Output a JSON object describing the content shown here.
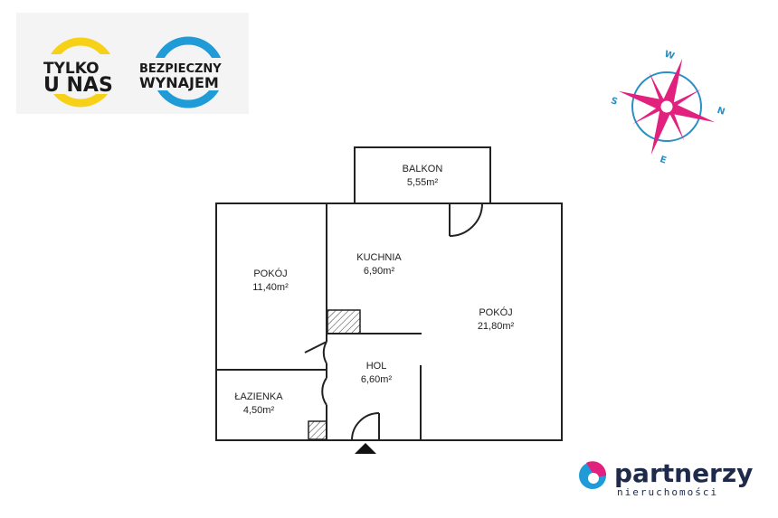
{
  "badges": {
    "tylko": {
      "line1": "TYLKO",
      "line2": "U NAS",
      "ring_color": "#f7d117"
    },
    "wynajem": {
      "line1": "BEZPIECZNY",
      "line2": "WYNAJEM",
      "ring_color": "#1f9bd7"
    }
  },
  "compass": {
    "letters": {
      "top": "W",
      "right": "N",
      "bottom": "E",
      "left": "S"
    },
    "star_color": "#e2207d",
    "ring_color": "#2a8fc4"
  },
  "rooms": {
    "balkon": {
      "name": "BALKON",
      "area": "5,55m²"
    },
    "kuchnia": {
      "name": "KUCHNIA",
      "area": "6,90m²"
    },
    "pokoj_small": {
      "name": "POKÓJ",
      "area": "11,40m²"
    },
    "pokoj_large": {
      "name": "POKÓJ",
      "area": "21,80m²"
    },
    "hol": {
      "name": "HOL",
      "area": "6,60m²"
    },
    "lazienka": {
      "name": "ŁAZIENKA",
      "area": "4,50m²"
    }
  },
  "brand": {
    "name": "partnerzy",
    "tagline": "nieruchomości",
    "colors": {
      "text": "#1e2a4a",
      "pink": "#e2207d",
      "cyan": "#1f9bd7"
    }
  }
}
